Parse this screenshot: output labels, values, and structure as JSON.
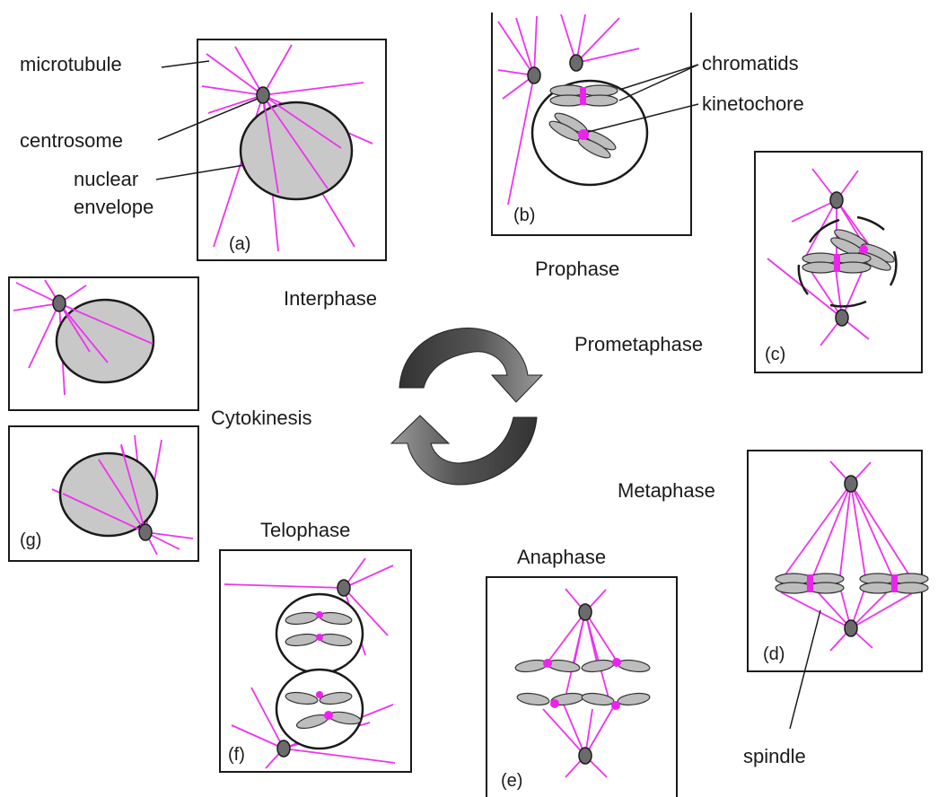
{
  "labels": {
    "microtubule": "microtubule",
    "centrosome": "centrosome",
    "nuclear": "nuclear",
    "envelope": "envelope",
    "chromatids": "chromatids",
    "kinetochore": "kinetochore",
    "spindle": "spindle"
  },
  "phases": {
    "interphase": "Interphase",
    "prophase": "Prophase",
    "prometaphase": "Prometaphase",
    "metaphase": "Metaphase",
    "anaphase": "Anaphase",
    "telophase": "Telophase",
    "cytokinesis": "Cytokinesis"
  },
  "panels": {
    "a": "(a)",
    "b": "(b)",
    "c": "(c)",
    "d": "(d)",
    "e": "(e)",
    "f": "(f)",
    "g": "(g)"
  },
  "colors": {
    "microtubule": "#ee33ee",
    "kinetochore": "#ee22ee",
    "nucleus_fill": "#c8c8c8",
    "centrosome": "#6b6b6b",
    "arrow_dark": "#333333",
    "arrow_light": "#8a8a8a"
  }
}
